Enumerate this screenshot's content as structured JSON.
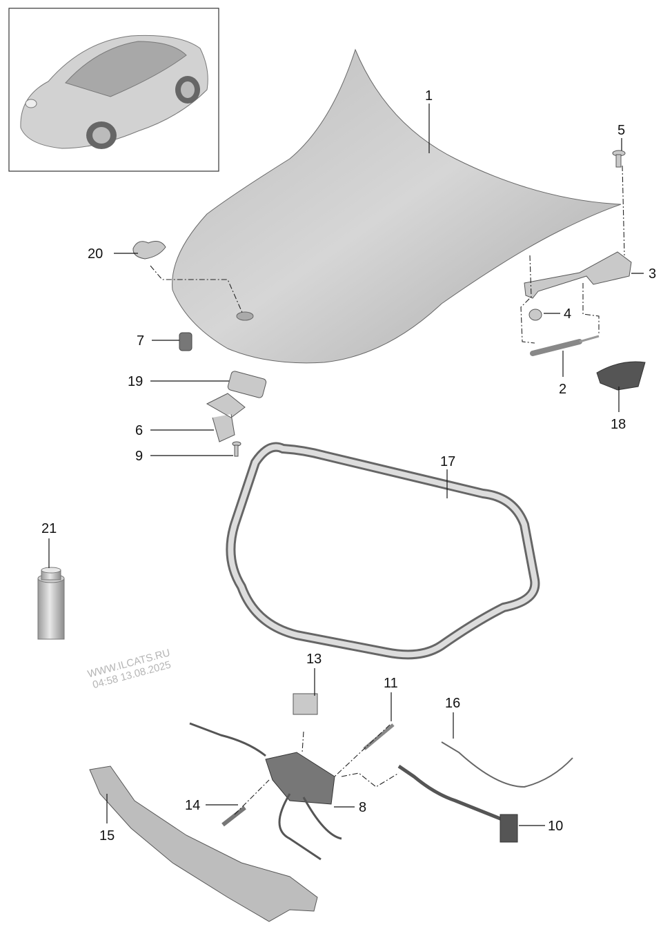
{
  "diagram": {
    "labels": {
      "p1": "1",
      "p2": "2",
      "p3": "3",
      "p4": "4",
      "p5": "5",
      "p6": "6",
      "p7": "7",
      "p8": "8",
      "p9": "9",
      "p10": "10",
      "p11": "11",
      "p13": "13",
      "p14": "14",
      "p15": "15",
      "p16": "16",
      "p17": "17",
      "p18": "18",
      "p19": "19",
      "p20": "20",
      "p21": "21"
    },
    "watermark": {
      "line1": "WWW.ILCATS.RU",
      "line2": "04:58 13.08.2025"
    }
  }
}
